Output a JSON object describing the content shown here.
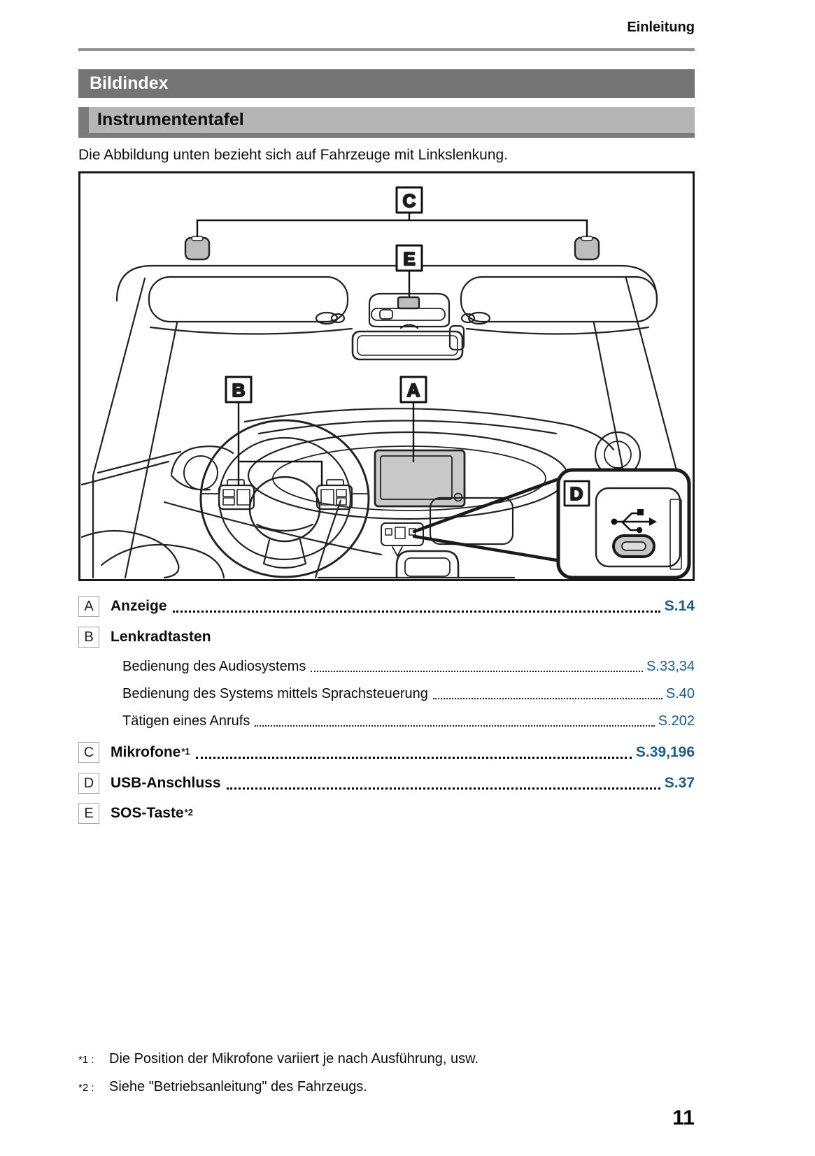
{
  "page": {
    "section": "Einleitung",
    "number": "11"
  },
  "banners": {
    "primary": "Bildindex",
    "secondary": "Instrumententafel"
  },
  "intro": "Die Abbildung unten bezieht sich auf Fahrzeuge mit Linkslenkung.",
  "figure": {
    "callouts": {
      "a": "A",
      "b": "B",
      "c": "C",
      "d": "D",
      "e": "E"
    },
    "usb_icon": "usb-symbol"
  },
  "index": {
    "items": [
      {
        "key": "A",
        "label": "Anzeige",
        "sup": "",
        "pages": "S.14"
      },
      {
        "key": "B",
        "label": "Lenkradtasten",
        "sup": "",
        "pages": "",
        "sub": [
          {
            "label": "Bedienung des Audiosystems",
            "pages": "S.33,34"
          },
          {
            "label": "Bedienung des Systems mittels Sprachsteuerung",
            "pages": "S.40"
          },
          {
            "label": "Tätigen eines Anrufs",
            "pages": "S.202"
          }
        ]
      },
      {
        "key": "C",
        "label": "Mikrofone",
        "sup": "*1",
        "pages": "S.39,196"
      },
      {
        "key": "D",
        "label": "USB-Anschluss",
        "sup": "",
        "pages": "S.37"
      },
      {
        "key": "E",
        "label": "SOS-Taste",
        "sup": "*2",
        "pages": ""
      }
    ]
  },
  "footnotes": [
    {
      "marker": "*1 :",
      "text": "Die Position der Mikrofone variiert je nach Ausführung, usw."
    },
    {
      "marker": "*2 :",
      "text": "Siehe \"Betriebsanleitung\" des Fahrzeugs."
    }
  ],
  "colors": {
    "link_blue": "#1d5c87",
    "banner_dark": "#747474",
    "banner_light": "#b5b5b5"
  }
}
